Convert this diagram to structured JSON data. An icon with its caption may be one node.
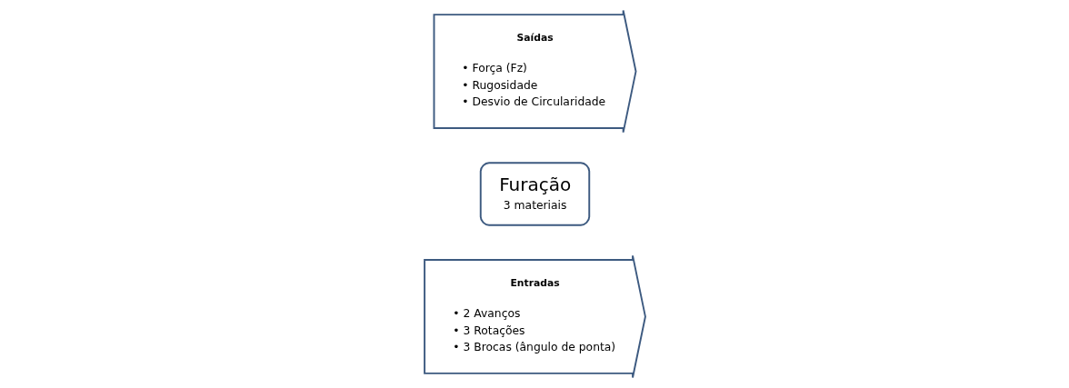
{
  "diagram": {
    "nodes": [
      {
        "text": [
          "Entradas",
          "• 2 Avanços",
          "• 3 Rotações",
          "• 3 Brocas (ângulo de ponta)"
        ]
      },
      {
        "text": [
          "Furação",
          "3 materiais"
        ]
      },
      {
        "text": [
          "Saídas",
          "• Força (Fz)",
          "• Rugosidade",
          "• Desvio de Circularidade"
        ]
      }
    ]
  }
}
